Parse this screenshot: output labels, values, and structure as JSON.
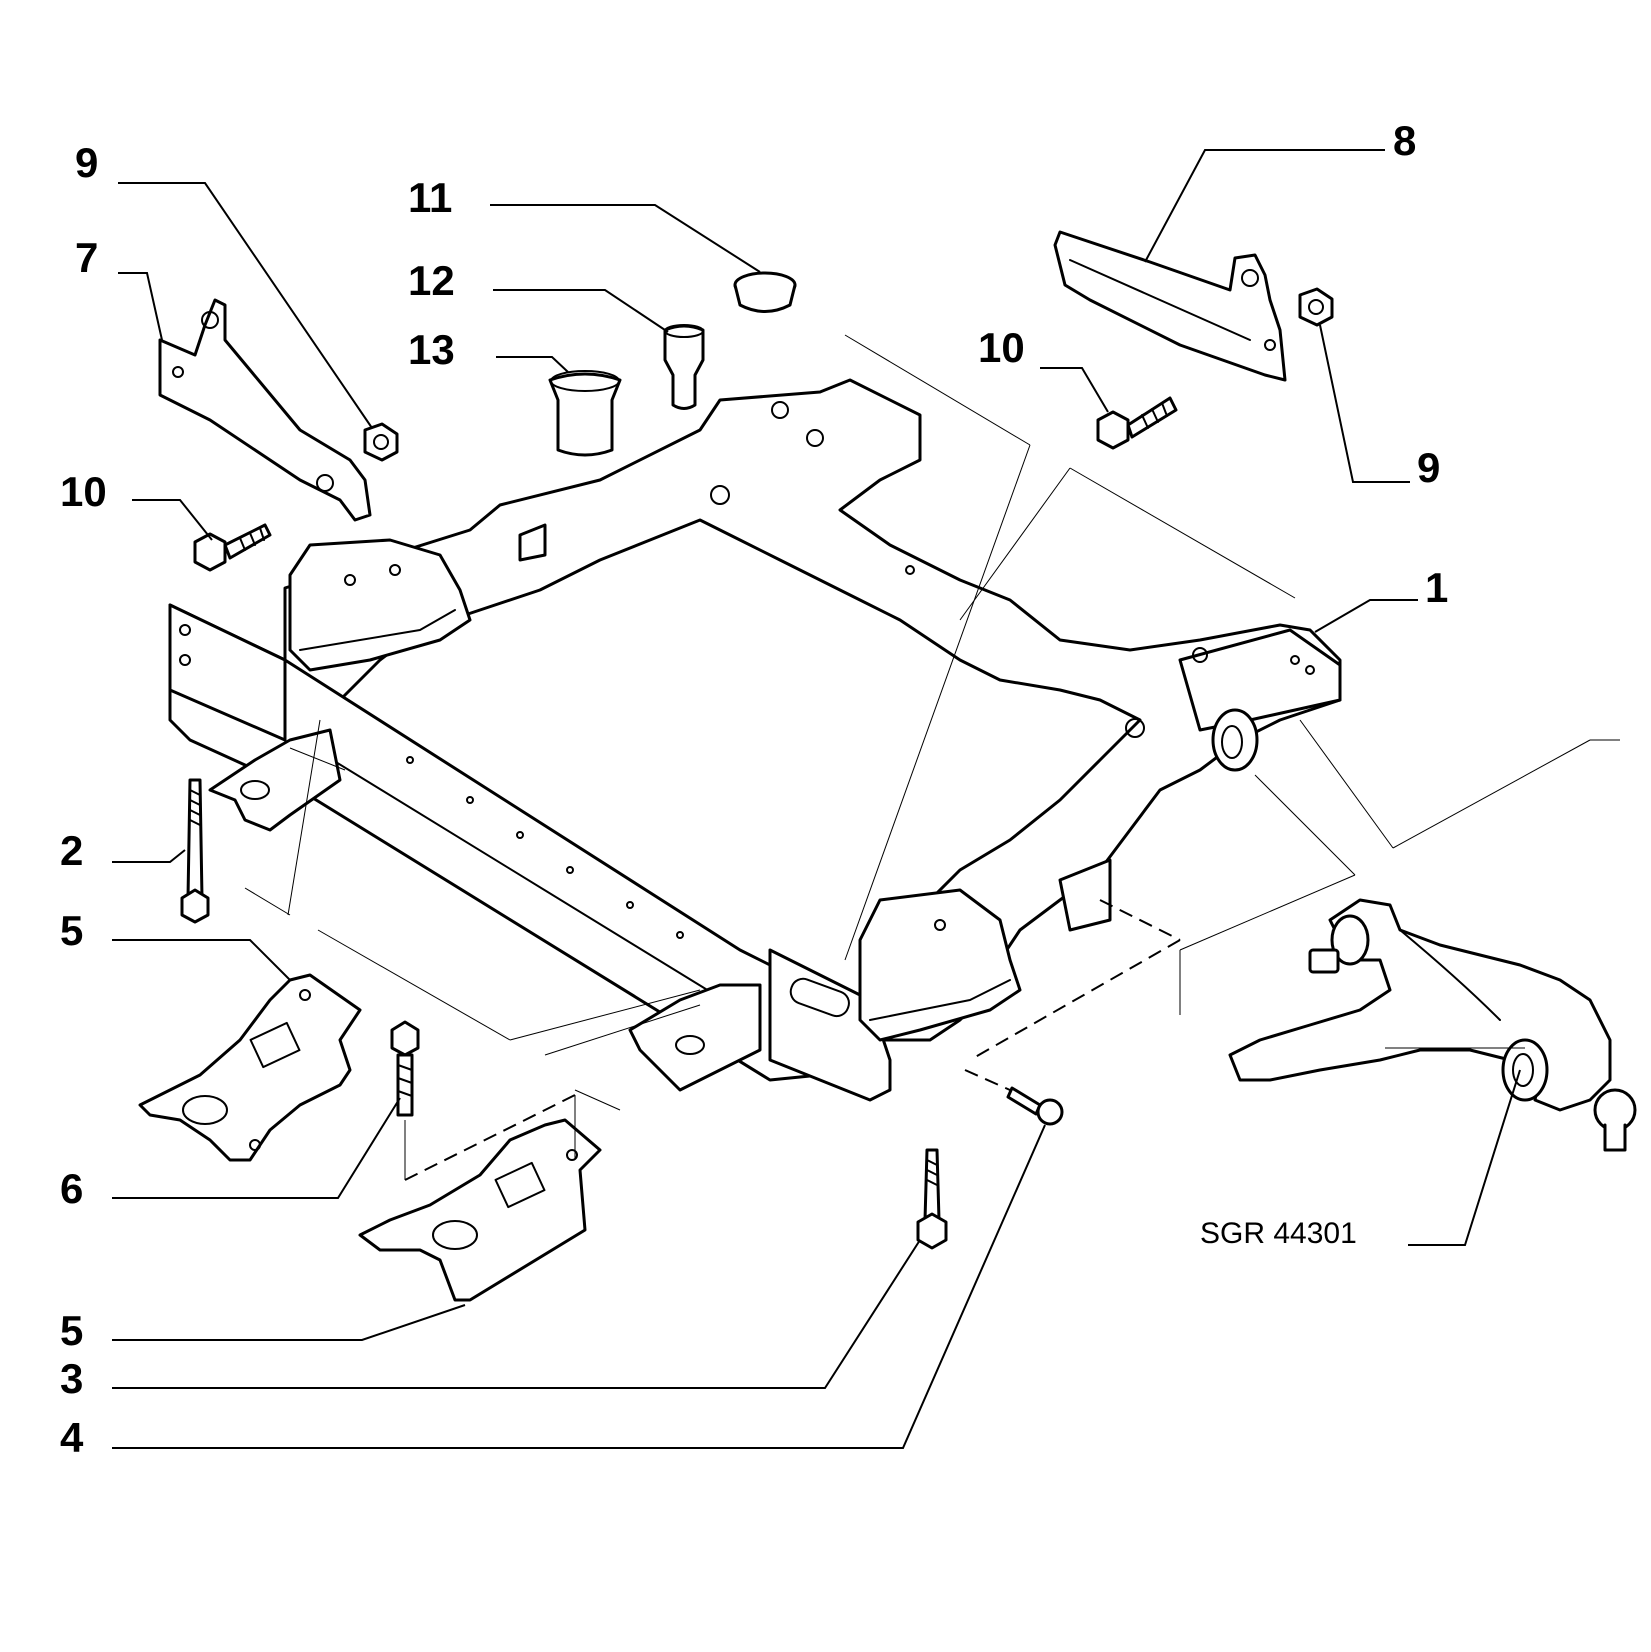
{
  "diagram": {
    "reference_code": "SGR 44301",
    "callouts": [
      {
        "id": "c-9-left",
        "label": "9"
      },
      {
        "id": "c-7",
        "label": "7"
      },
      {
        "id": "c-10-left",
        "label": "10"
      },
      {
        "id": "c-11",
        "label": "11"
      },
      {
        "id": "c-12",
        "label": "12"
      },
      {
        "id": "c-13",
        "label": "13"
      },
      {
        "id": "c-8",
        "label": "8"
      },
      {
        "id": "c-10-right",
        "label": "10"
      },
      {
        "id": "c-9-right",
        "label": "9"
      },
      {
        "id": "c-1",
        "label": "1"
      },
      {
        "id": "c-2",
        "label": "2"
      },
      {
        "id": "c-5-upper",
        "label": "5"
      },
      {
        "id": "c-6",
        "label": "6"
      },
      {
        "id": "c-5-lower",
        "label": "5"
      },
      {
        "id": "c-3",
        "label": "3"
      },
      {
        "id": "c-4",
        "label": "4"
      }
    ]
  }
}
